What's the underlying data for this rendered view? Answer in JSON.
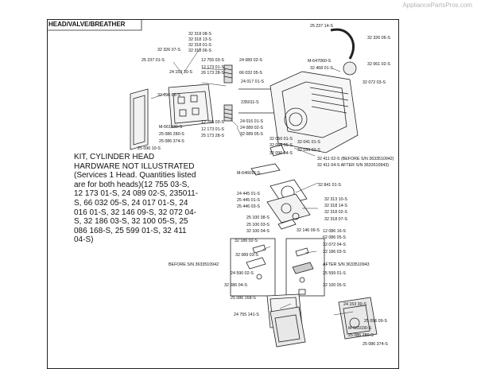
{
  "watermark": "AppliancePartsPros.com",
  "diagram": {
    "title": "HEAD/VALVE/BREATHER",
    "kit_note": "KIT, CYLINDER HEAD HARDWARE NOT ILLUSTRATED (Services 1 Head. Quantities listed are for both heads)(12 755 03-S, 12 173 01-S, 24 089 02-S, 235011-S, 66 032 05-S, 24 017 01-S, 24 016 01-S, 32 146 09-S, 32 072 04-S, 32 186 03-S, 32 100 05-S, 25 086 168-S, 25 599 01-S, 32 411 04-S)",
    "part_labels": [
      "32 318 08-S",
      "32 318 13-S",
      "32 318 01-S",
      "32 318 06-S",
      "32 326 07-S",
      "25 237 01-S",
      "12 755 03-S",
      "24 089 02-S",
      "12 173 01-S",
      "26 173 28-S",
      "66 032 05-S",
      "24 153 30-S",
      "24 017 01-S",
      "32 096 06-S",
      "235011-S",
      "12 755 03-S",
      "24 016 01-S",
      "12 173 01-S",
      "24 089 02-S",
      "32 089 05-S",
      "25 173 28-S",
      "M-661030-S",
      "25 086 280-S",
      "25 086 374-S",
      "25 096 10-S",
      "25 237 14-S",
      "32 326 06-S",
      "M-647060-S",
      "32 061 02-S",
      "32 468 01-S",
      "32 072 03-S",
      "32 050 01-S",
      "32 041 01-S",
      "32 050 05-S",
      "32 039 02-S",
      "32 096 04-S",
      "32 411 02-S (BEFORE S/N 3633510942)",
      "32 411 04-S AFTER S/N 3633510943)",
      "M-646016-S",
      "32 841 01-S",
      "24 445 01-S",
      "25 445 01-S",
      "32 313 10-S",
      "32 318 14-S",
      "32 318 02-S",
      "25 446 03-S",
      "32 318 07-S",
      "25 100 38-S",
      "25 100 03-S",
      "32 146 09-S",
      "12 086 16-S",
      "62 086 05-S",
      "32 100 04-S",
      "32 186 02-S",
      "32 072 04-S",
      "32 089 03-S",
      "32 186 03-S",
      "BEFORE S/N 3633510942",
      "AFTER S/N 3633510943",
      "24 590 02-S",
      "25 599 01-S",
      "32 086 04-S",
      "32 100 05-S",
      "25 086 168-S",
      "24 153 30-S",
      "24 755 141-S",
      "25 096 09-S",
      "M-661030-S",
      "25 086 280-S",
      "25 086 374-S"
    ]
  }
}
